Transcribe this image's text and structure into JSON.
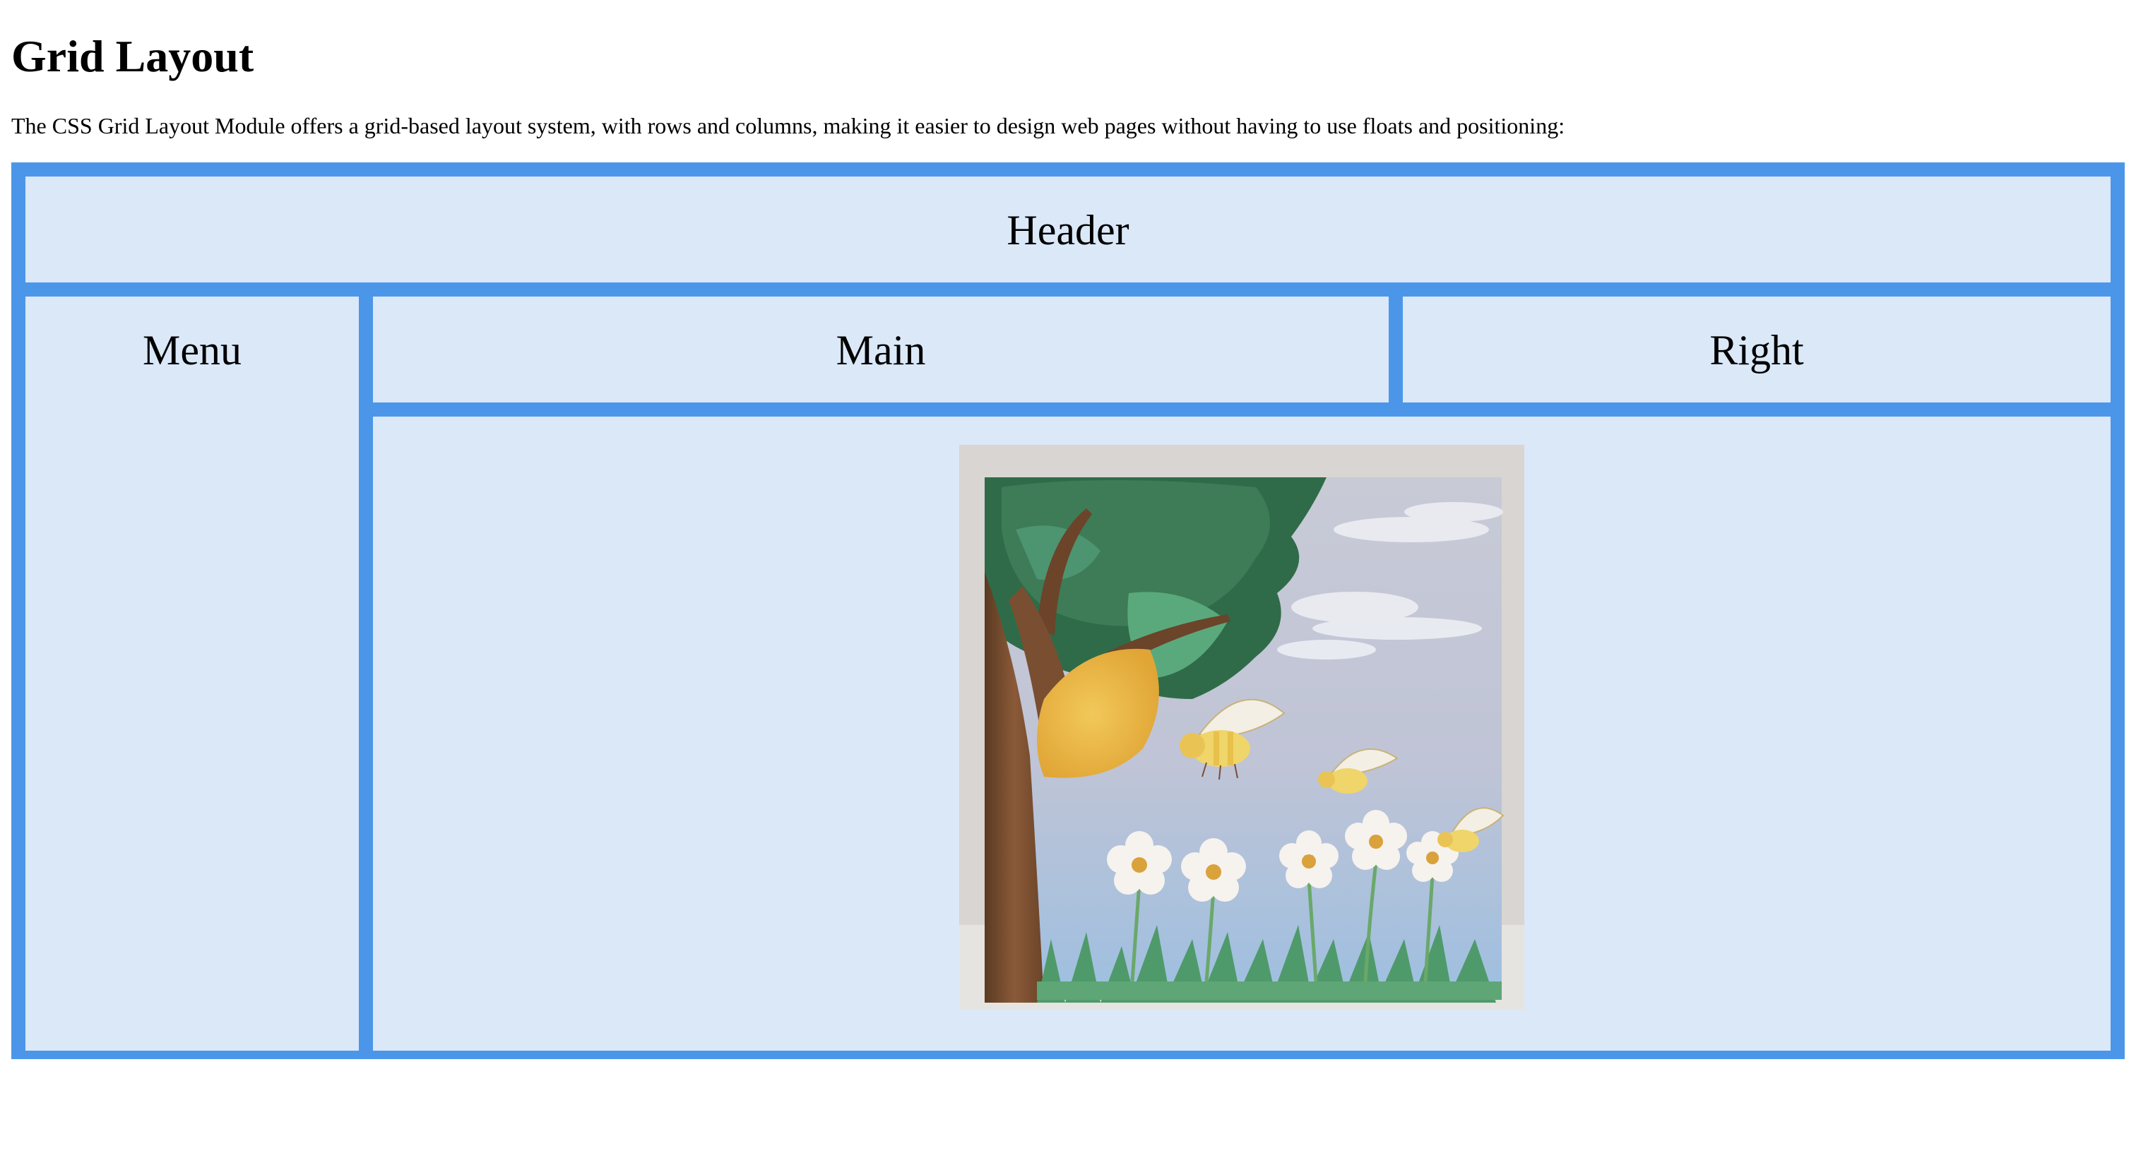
{
  "page": {
    "title": "Grid Layout",
    "intro": "The CSS Grid Layout Module offers a grid-based layout system, with rows and columns, making it easier to design web pages without having to use floats and positioning:"
  },
  "grid": {
    "header": "Header",
    "menu": "Menu",
    "main": "Main",
    "right": "Right"
  },
  "colors": {
    "grid_background": "#4c96ea",
    "cell_background": "#dbe8f8"
  },
  "image": {
    "subject": "painting-of-tree-beehive-bees-and-daisies"
  }
}
